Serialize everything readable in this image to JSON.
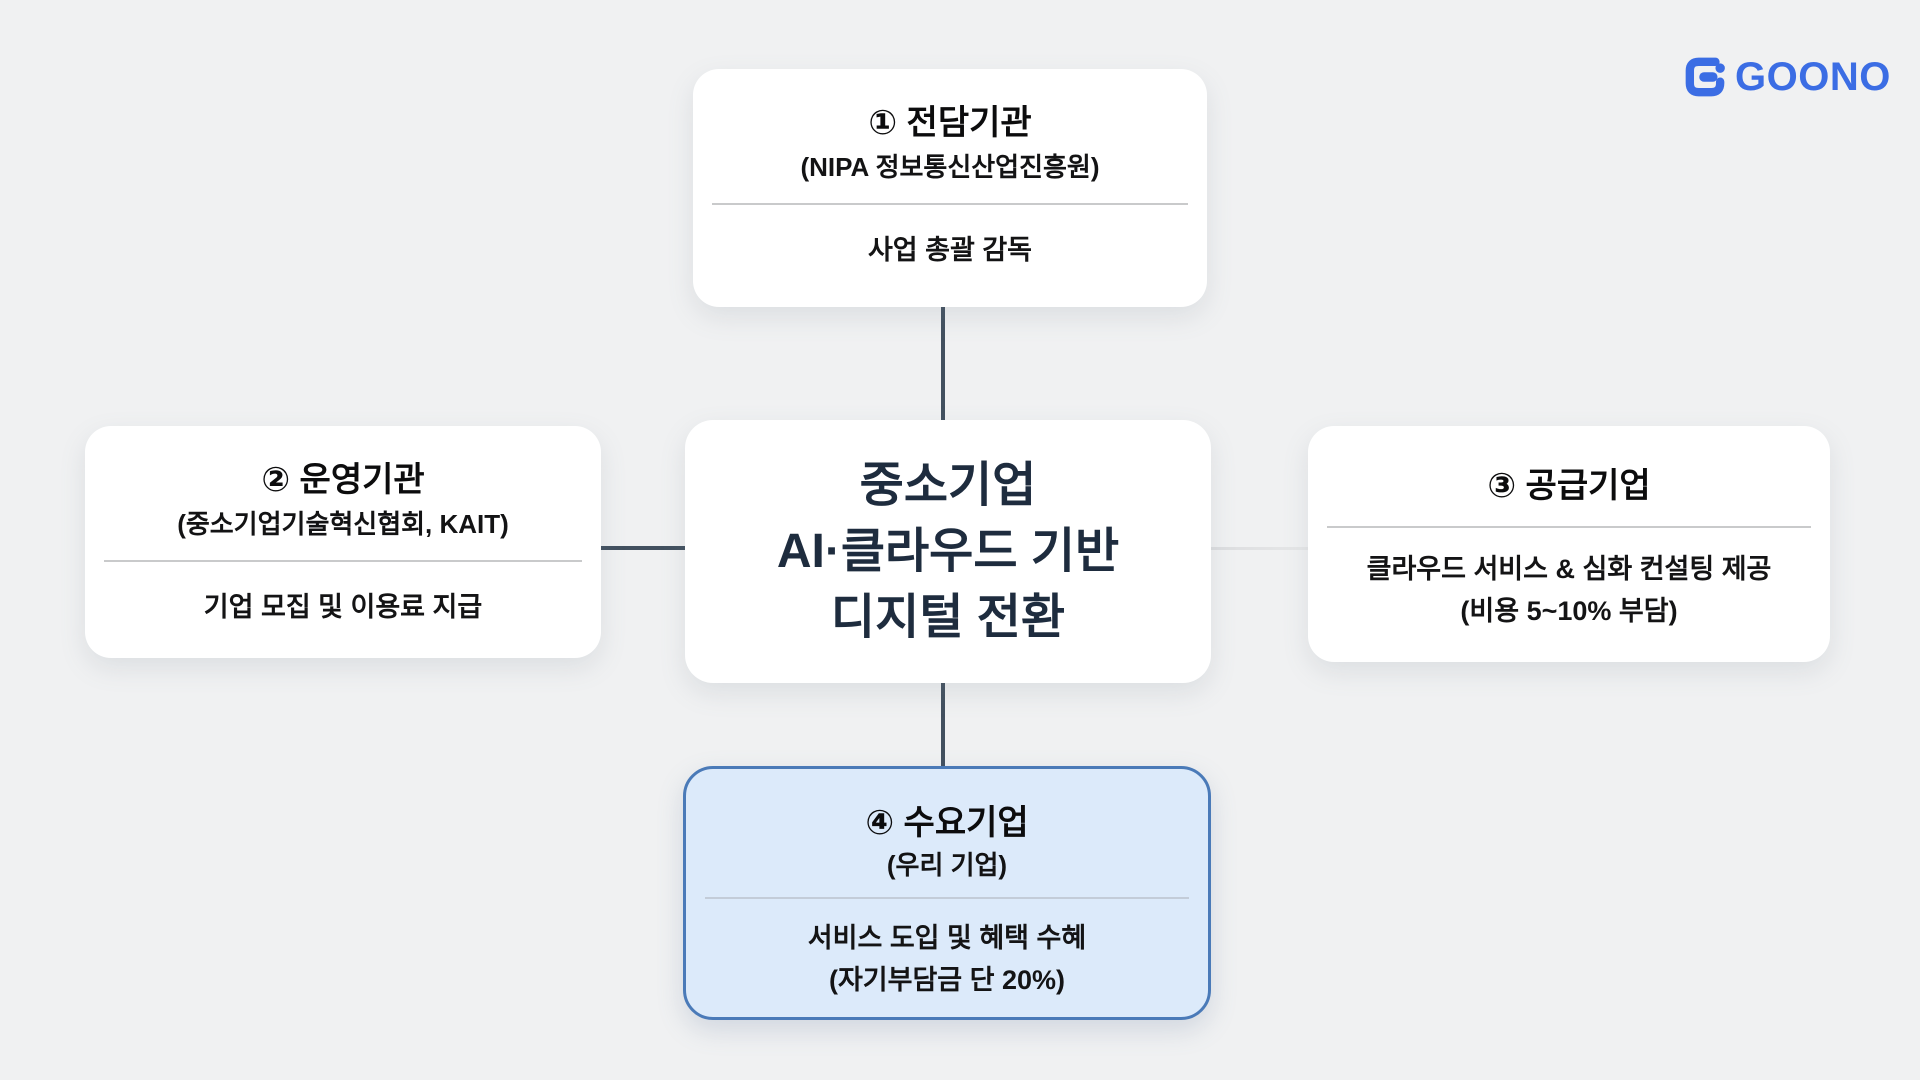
{
  "page": {
    "background_color": "#f0f1f2"
  },
  "logo": {
    "name": "GOONO",
    "color": "#3b6de4"
  },
  "center_node": {
    "line1": "중소기업",
    "line2": "AI·클라우드 기반",
    "line3": "디지털 전환",
    "text_color": "#1e2c3e"
  },
  "nodes": {
    "top": {
      "title": "① 전담기관",
      "subtitle": "(NIPA 정보통신산업진흥원)",
      "body1": "사업 총괄 감독"
    },
    "left": {
      "title": "② 운영기관",
      "subtitle": "(중소기업기술혁신협회, KAIT)",
      "body1": "기업 모집 및 이용료 지급"
    },
    "right": {
      "title": "③ 공급기업",
      "body1": "클라우드 서비스 & 심화 컨설팅 제공",
      "body2": "(비용 5~10% 부담)"
    },
    "bottom": {
      "title": "④ 수요기업",
      "subtitle": "(우리 기업)",
      "body1": "서비스 도입 및 혜택 수혜",
      "body2": "(자기부담금 단 20%)",
      "highlight_fill": "#dceafa",
      "highlight_border": "#4a7ab8"
    }
  },
  "style": {
    "connector_color": "#42505f",
    "faint_connector_color": "#dcdddf",
    "divider_color": "#c9cacb",
    "box_color": "#ffffff"
  }
}
